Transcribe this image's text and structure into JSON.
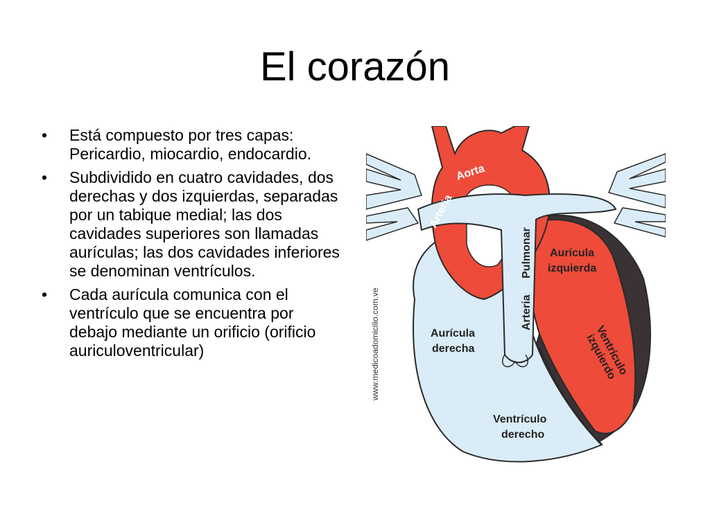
{
  "slide": {
    "title": "El corazón",
    "bullets": [
      "Está compuesto por tres capas: Pericardio, miocardio, endocardio.",
      "Subdividido en cuatro cavidades, dos derechas y dos izquierdas, separadas por un tabique medial; las dos cavidades superiores son llamadas aurículas; las dos cavidades inferiores se denominan ventrículos.",
      "Cada aurícula comunica con el ventrículo que se encuentra por debajo mediante un orificio (orificio auriculoventricular)"
    ],
    "bullet_symbol": "•"
  },
  "diagram": {
    "labels": {
      "arteria_aorta_1": "Arteria",
      "arteria_aorta_2": "Aorta",
      "arteria_pulmonar_1": "Arteria",
      "arteria_pulmonar_2": "Pulmonar",
      "auricula_izquierda_1": "Aurícula",
      "auricula_izquierda_2": "izquierda",
      "auricula_derecha_1": "Aurícula",
      "auricula_derecha_2": "derecha",
      "ventriculo_izquierdo_1": "Ventrículo",
      "ventriculo_izquierdo_2": "izquierdo",
      "ventriculo_derecho_1": "Ventrículo",
      "ventriculo_derecho_2": "derecho"
    },
    "source": "www.medicoadomicilio.com.ve",
    "colors": {
      "red": "#ee4b3a",
      "light_blue": "#d9ecf7",
      "dark": "#3a3234",
      "outline": "#2a2a2a"
    }
  }
}
